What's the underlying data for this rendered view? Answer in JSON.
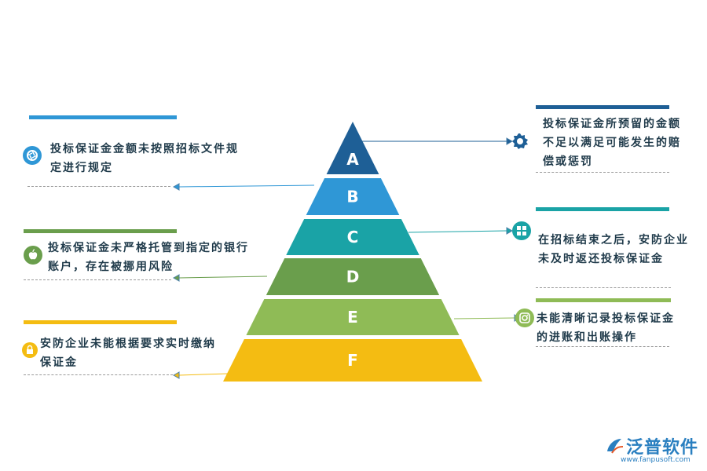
{
  "pyramid": {
    "levels": [
      {
        "label": "A",
        "color": "#1e5f96"
      },
      {
        "label": "B",
        "color": "#2f97d6"
      },
      {
        "label": "C",
        "color": "#1aa3a6"
      },
      {
        "label": "D",
        "color": "#6a9e4c"
      },
      {
        "label": "E",
        "color": "#8fbb56"
      },
      {
        "label": "F",
        "color": "#f4bc12"
      }
    ]
  },
  "left_items": [
    {
      "text": "投标保证金金额未按照招标文件规定进行规定",
      "color": "#2f97d6",
      "icon": "camera-shutter-icon"
    },
    {
      "text": "投标保证金未严格托管到指定的银行账户，存在被挪用风险",
      "color": "#6a9e4c",
      "icon": "apple-icon"
    },
    {
      "text": "安防企业未能根据要求实时缴纳保证金",
      "color": "#f4bc12",
      "icon": "lock-icon"
    }
  ],
  "right_items": [
    {
      "text": "投标保证金所预留的金额不足以满足可能发生的赔偿或惩罚",
      "color": "#1e5f96",
      "icon": "gear-icon"
    },
    {
      "text": "在招标结束之后，安防企业未及时返还投标保证金",
      "color": "#1aa3a6",
      "icon": "windows-icon"
    },
    {
      "text": "未能清晰记录投标保证金的进账和出账操作",
      "color": "#8fbb56",
      "icon": "instagram-icon"
    }
  ],
  "logo": {
    "name": "泛普软件",
    "url": "www.fanpusoft.com",
    "color": "#2a7fc0"
  }
}
